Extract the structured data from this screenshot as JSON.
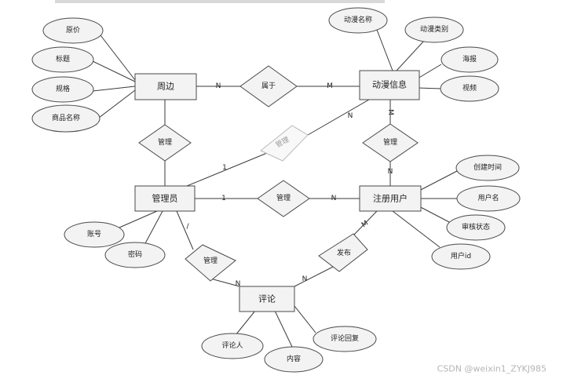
{
  "entities": {
    "zhoubian": "周边",
    "dongman": "动漫信息",
    "guanliyuan": "管理员",
    "zhuce": "注册用户",
    "pinglun": "评论"
  },
  "relationships": {
    "shuyu": "属于",
    "guanli_zb": "管理",
    "guanli_dm": "管理",
    "guanli_zc_dm": "管理",
    "guanli_admin_user": "管理",
    "guanli_pl": "管理",
    "fabu": "发布"
  },
  "attributes": {
    "yuanjia": "原价",
    "biaoti": "标题",
    "guige": "规格",
    "shangpin": "商品名称",
    "dm_name": "动漫名称",
    "dm_type": "动漫类别",
    "haibao": "海报",
    "shipin": "视频",
    "create_time": "创建时间",
    "username": "用户名",
    "audit": "审核状态",
    "userid": "用户id",
    "account": "账号",
    "password": "密码",
    "commenter": "评论人",
    "content": "内容",
    "reply": "评论回复"
  },
  "cardinalities": {
    "zb_shuyu": "N",
    "shuyu_dm": "M",
    "admin_to_dm": "1",
    "dm_faded": "N",
    "dm_top": "M",
    "zc_bottom": "N",
    "admin_user_1": "1",
    "admin_user_n": "N",
    "admin_pl_1": "/",
    "pl_left": "N",
    "pl_right": "N",
    "zc_fabu": "M"
  },
  "watermark": "CSDN @weixin1_ZYKJ985"
}
